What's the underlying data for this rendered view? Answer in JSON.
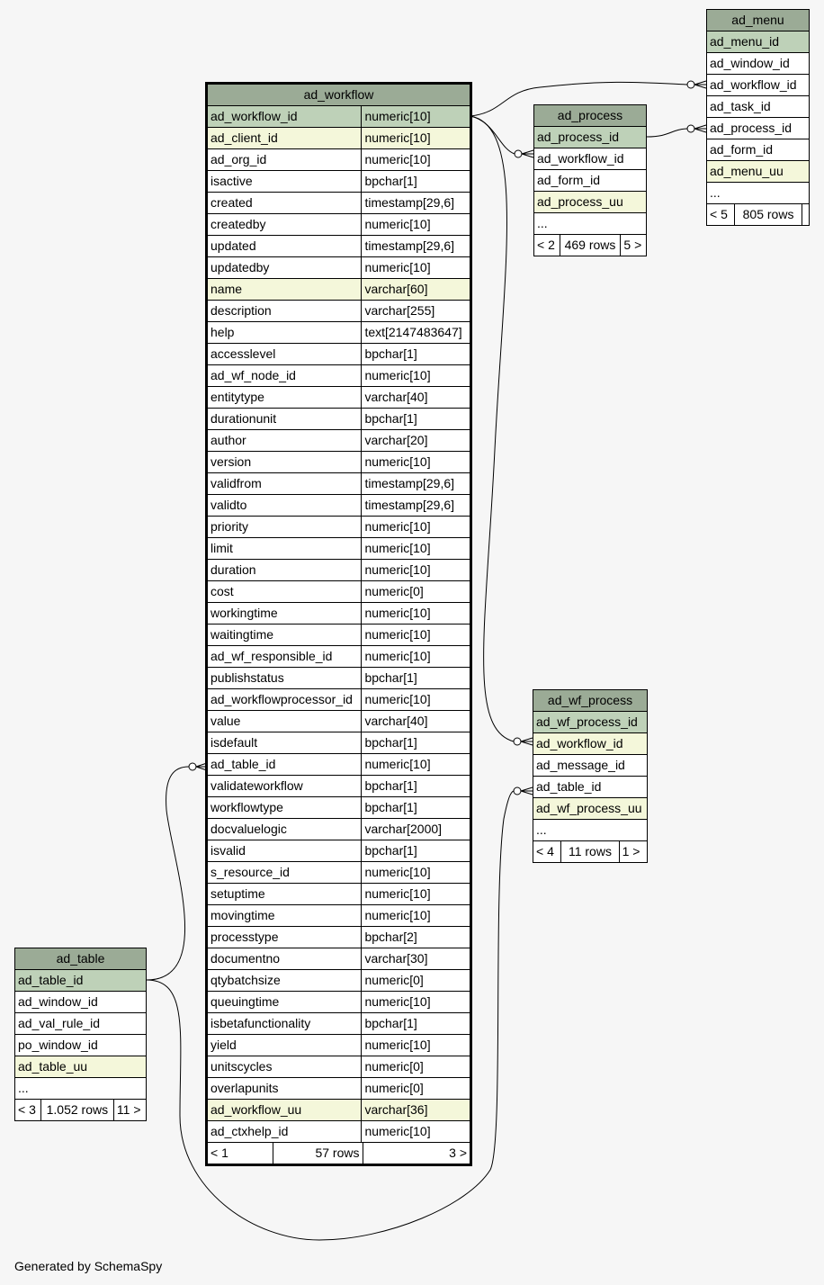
{
  "footer": "Generated by SchemaSpy",
  "tables": {
    "ad_workflow": {
      "name": "ad_workflow",
      "columns": [
        {
          "name": "ad_workflow_id",
          "type": "numeric[10]",
          "kind": "pk"
        },
        {
          "name": "ad_client_id",
          "type": "numeric[10]",
          "kind": "uq"
        },
        {
          "name": "ad_org_id",
          "type": "numeric[10]",
          "kind": ""
        },
        {
          "name": "isactive",
          "type": "bpchar[1]",
          "kind": ""
        },
        {
          "name": "created",
          "type": "timestamp[29,6]",
          "kind": ""
        },
        {
          "name": "createdby",
          "type": "numeric[10]",
          "kind": ""
        },
        {
          "name": "updated",
          "type": "timestamp[29,6]",
          "kind": ""
        },
        {
          "name": "updatedby",
          "type": "numeric[10]",
          "kind": ""
        },
        {
          "name": "name",
          "type": "varchar[60]",
          "kind": "uq"
        },
        {
          "name": "description",
          "type": "varchar[255]",
          "kind": ""
        },
        {
          "name": "help",
          "type": "text[2147483647]",
          "kind": ""
        },
        {
          "name": "accesslevel",
          "type": "bpchar[1]",
          "kind": ""
        },
        {
          "name": "ad_wf_node_id",
          "type": "numeric[10]",
          "kind": ""
        },
        {
          "name": "entitytype",
          "type": "varchar[40]",
          "kind": ""
        },
        {
          "name": "durationunit",
          "type": "bpchar[1]",
          "kind": ""
        },
        {
          "name": "author",
          "type": "varchar[20]",
          "kind": ""
        },
        {
          "name": "version",
          "type": "numeric[10]",
          "kind": ""
        },
        {
          "name": "validfrom",
          "type": "timestamp[29,6]",
          "kind": ""
        },
        {
          "name": "validto",
          "type": "timestamp[29,6]",
          "kind": ""
        },
        {
          "name": "priority",
          "type": "numeric[10]",
          "kind": ""
        },
        {
          "name": "limit",
          "type": "numeric[10]",
          "kind": ""
        },
        {
          "name": "duration",
          "type": "numeric[10]",
          "kind": ""
        },
        {
          "name": "cost",
          "type": "numeric[0]",
          "kind": ""
        },
        {
          "name": "workingtime",
          "type": "numeric[10]",
          "kind": ""
        },
        {
          "name": "waitingtime",
          "type": "numeric[10]",
          "kind": ""
        },
        {
          "name": "ad_wf_responsible_id",
          "type": "numeric[10]",
          "kind": ""
        },
        {
          "name": "publishstatus",
          "type": "bpchar[1]",
          "kind": ""
        },
        {
          "name": "ad_workflowprocessor_id",
          "type": "numeric[10]",
          "kind": ""
        },
        {
          "name": "value",
          "type": "varchar[40]",
          "kind": ""
        },
        {
          "name": "isdefault",
          "type": "bpchar[1]",
          "kind": ""
        },
        {
          "name": "ad_table_id",
          "type": "numeric[10]",
          "kind": ""
        },
        {
          "name": "validateworkflow",
          "type": "bpchar[1]",
          "kind": ""
        },
        {
          "name": "workflowtype",
          "type": "bpchar[1]",
          "kind": ""
        },
        {
          "name": "docvaluelogic",
          "type": "varchar[2000]",
          "kind": ""
        },
        {
          "name": "isvalid",
          "type": "bpchar[1]",
          "kind": ""
        },
        {
          "name": "s_resource_id",
          "type": "numeric[10]",
          "kind": ""
        },
        {
          "name": "setuptime",
          "type": "numeric[10]",
          "kind": ""
        },
        {
          "name": "movingtime",
          "type": "numeric[10]",
          "kind": ""
        },
        {
          "name": "processtype",
          "type": "bpchar[2]",
          "kind": ""
        },
        {
          "name": "documentno",
          "type": "varchar[30]",
          "kind": ""
        },
        {
          "name": "qtybatchsize",
          "type": "numeric[0]",
          "kind": ""
        },
        {
          "name": "queuingtime",
          "type": "numeric[10]",
          "kind": ""
        },
        {
          "name": "isbetafunctionality",
          "type": "bpchar[1]",
          "kind": ""
        },
        {
          "name": "yield",
          "type": "numeric[10]",
          "kind": ""
        },
        {
          "name": "unitscycles",
          "type": "numeric[0]",
          "kind": ""
        },
        {
          "name": "overlapunits",
          "type": "numeric[0]",
          "kind": ""
        },
        {
          "name": "ad_workflow_uu",
          "type": "varchar[36]",
          "kind": "uq"
        },
        {
          "name": "ad_ctxhelp_id",
          "type": "numeric[10]",
          "kind": ""
        }
      ],
      "footer": {
        "left": "< 1",
        "mid": "57 rows",
        "right": "3 >"
      }
    },
    "ad_menu": {
      "name": "ad_menu",
      "columns": [
        {
          "name": "ad_menu_id",
          "kind": "pk"
        },
        {
          "name": "ad_window_id",
          "kind": ""
        },
        {
          "name": "ad_workflow_id",
          "kind": ""
        },
        {
          "name": "ad_task_id",
          "kind": ""
        },
        {
          "name": "ad_process_id",
          "kind": ""
        },
        {
          "name": "ad_form_id",
          "kind": ""
        },
        {
          "name": "ad_menu_uu",
          "kind": "uq"
        },
        {
          "name": "...",
          "kind": ""
        }
      ],
      "footer": {
        "left": "< 5",
        "mid": "805 rows",
        "right": ""
      }
    },
    "ad_process": {
      "name": "ad_process",
      "columns": [
        {
          "name": "ad_process_id",
          "kind": "pk"
        },
        {
          "name": "ad_workflow_id",
          "kind": ""
        },
        {
          "name": "ad_form_id",
          "kind": ""
        },
        {
          "name": "ad_process_uu",
          "kind": "uq"
        },
        {
          "name": "...",
          "kind": ""
        }
      ],
      "footer": {
        "left": "< 2",
        "mid": "469 rows",
        "right": "5 >"
      }
    },
    "ad_wf_process": {
      "name": "ad_wf_process",
      "columns": [
        {
          "name": "ad_wf_process_id",
          "kind": "pk"
        },
        {
          "name": "ad_workflow_id",
          "kind": "uq"
        },
        {
          "name": "ad_message_id",
          "kind": ""
        },
        {
          "name": "ad_table_id",
          "kind": ""
        },
        {
          "name": "ad_wf_process_uu",
          "kind": "uq"
        },
        {
          "name": "...",
          "kind": ""
        }
      ],
      "footer": {
        "left": "< 4",
        "mid": "11 rows",
        "right": "1 >"
      }
    },
    "ad_table": {
      "name": "ad_table",
      "columns": [
        {
          "name": "ad_table_id",
          "kind": "pk"
        },
        {
          "name": "ad_window_id",
          "kind": ""
        },
        {
          "name": "ad_val_rule_id",
          "kind": ""
        },
        {
          "name": "po_window_id",
          "kind": ""
        },
        {
          "name": "ad_table_uu",
          "kind": "uq"
        },
        {
          "name": "...",
          "kind": ""
        }
      ],
      "footer": {
        "left": "< 3",
        "mid": "1.052 rows",
        "right": "11 >"
      }
    }
  }
}
